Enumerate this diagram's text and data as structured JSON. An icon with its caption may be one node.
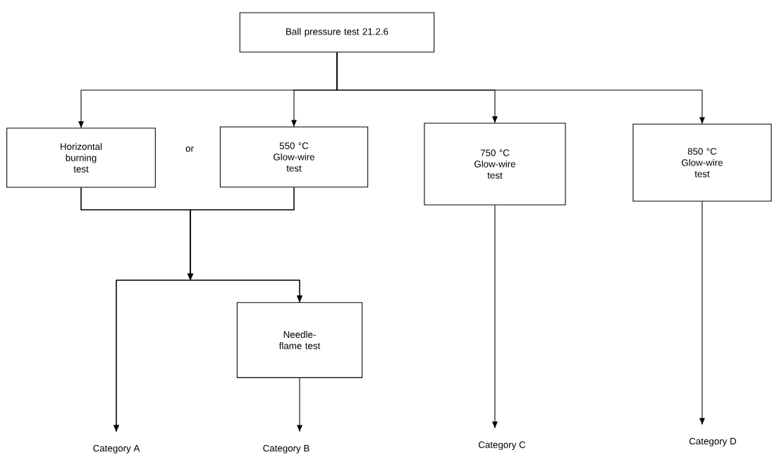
{
  "diagram": {
    "nodes": [
      {
        "text": [
          "Ball pressure test 21.2.6"
        ]
      },
      {
        "text": [
          "Horizontal burning test"
        ]
      },
      {
        "text": [
          "550 °C Glow-wire test"
        ]
      },
      {
        "text": [
          "750 °C Glow-wire test"
        ]
      },
      {
        "text": [
          "850 °C Glow-wire test"
        ]
      },
      {
        "text": [
          "Needle- flame test"
        ]
      },
      {
        "text": [
          "Category A"
        ]
      },
      {
        "text": [
          "Category B"
        ]
      },
      {
        "text": [
          "Category C"
        ]
      },
      {
        "text": [
          "Category D"
        ]
      }
    ],
    "edges": [
      {
        "from": 0,
        "to": 1,
        "arrow": "to"
      },
      {
        "from": 0,
        "to": 2,
        "arrow": "to"
      },
      {
        "from": 0,
        "to": 3,
        "arrow": "to"
      },
      {
        "from": 0,
        "to": 4,
        "arrow": "to"
      },
      {
        "from": 1,
        "to": 6,
        "arrow": "to"
      },
      {
        "from": 1,
        "to": 5,
        "arrow": "to"
      },
      {
        "from": 2,
        "to": 6,
        "arrow": "to"
      },
      {
        "from": 2,
        "to": 5,
        "arrow": "to"
      },
      {
        "from": 5,
        "to": 7,
        "arrow": "to"
      },
      {
        "from": 3,
        "to": 8,
        "arrow": "to"
      },
      {
        "from": 4,
        "to": 9,
        "arrow": "to"
      }
    ],
    "labels": [
      "or"
    ]
  }
}
